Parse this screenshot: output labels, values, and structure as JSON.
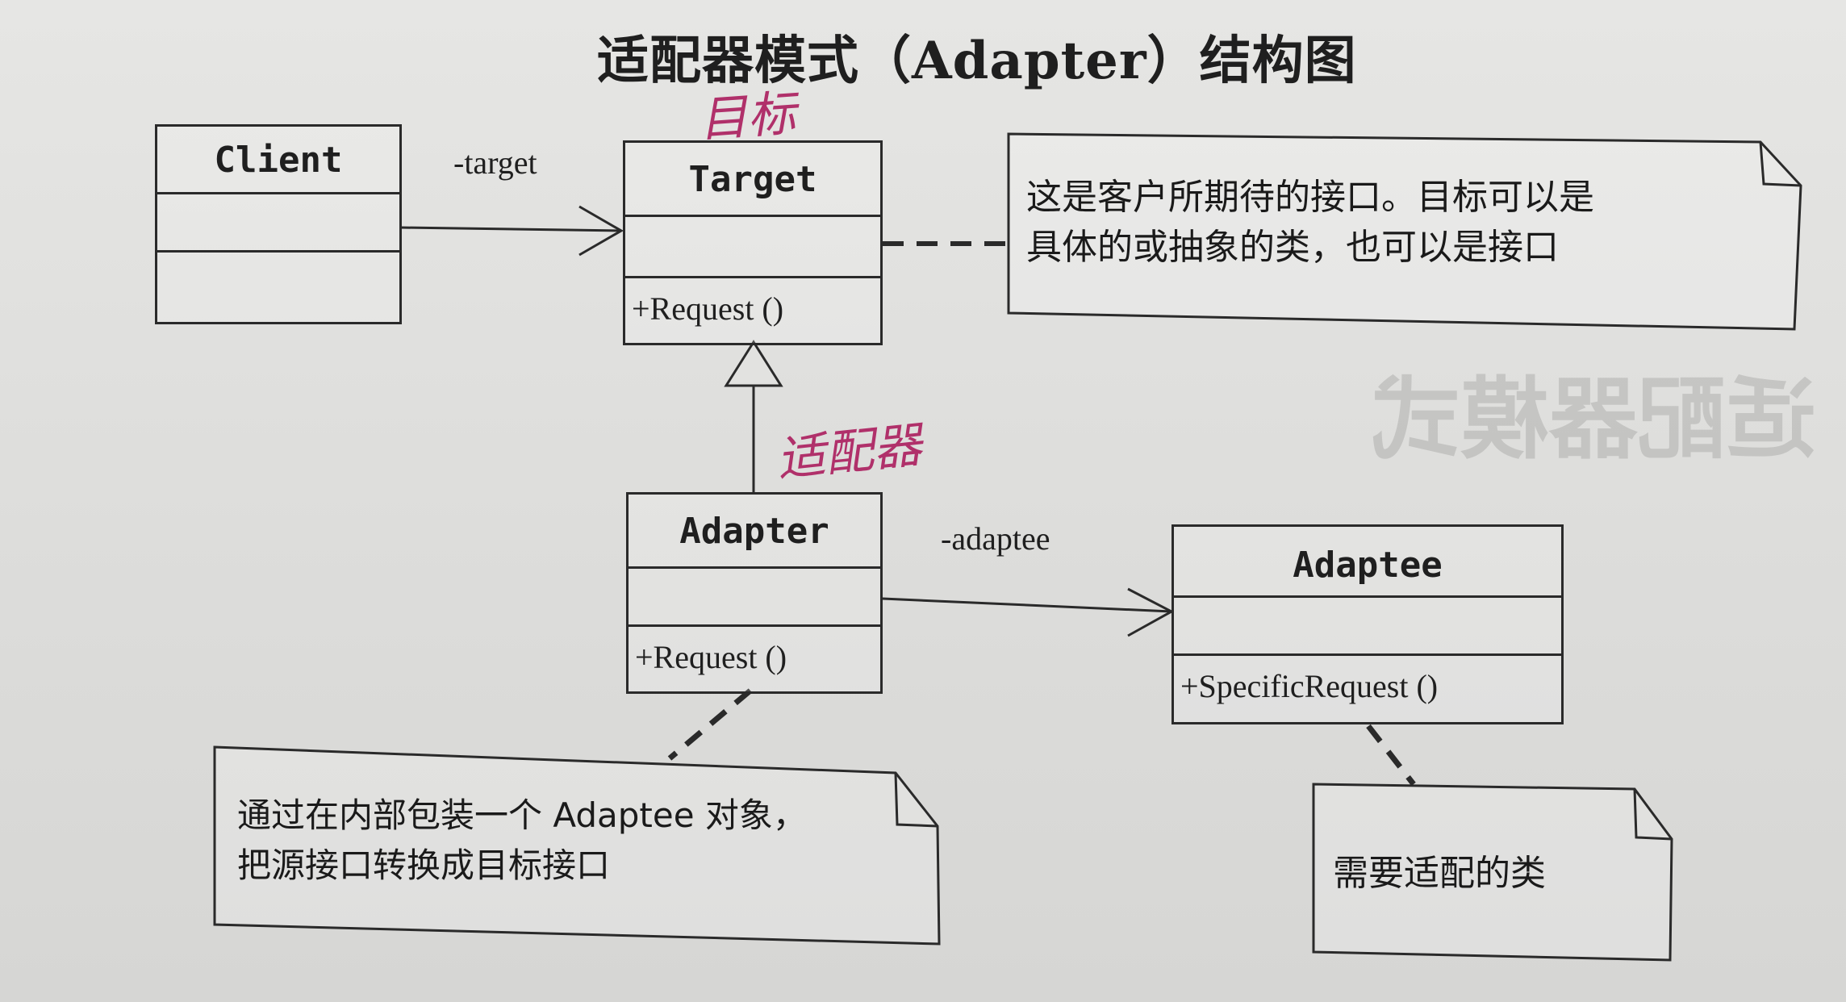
{
  "title": "适配器模式（Adapter）结构图",
  "classes": {
    "client": {
      "name": "Client"
    },
    "target": {
      "name": "Target",
      "operation": "+Request ()"
    },
    "adapter": {
      "name": "Adapter",
      "operation": "+Request ()"
    },
    "adaptee": {
      "name": "Adaptee",
      "operation": "+SpecificRequest ()"
    }
  },
  "associations": {
    "client_target": "-target",
    "adapter_adaptee": "-adaptee"
  },
  "notes": {
    "target_note": [
      "这是客户所期待的接口。目标可以是",
      "具体的或抽象的类，也可以是接口"
    ],
    "adapter_note": [
      "通过在内部包装一个 Adaptee 对象，",
      "把源接口转换成目标接口"
    ],
    "adaptee_note": [
      "需要适配的类"
    ]
  },
  "handwriting": {
    "target": "目标",
    "adapter": "适配器"
  },
  "background_text": {
    "bleed_through": "适配器模式"
  }
}
